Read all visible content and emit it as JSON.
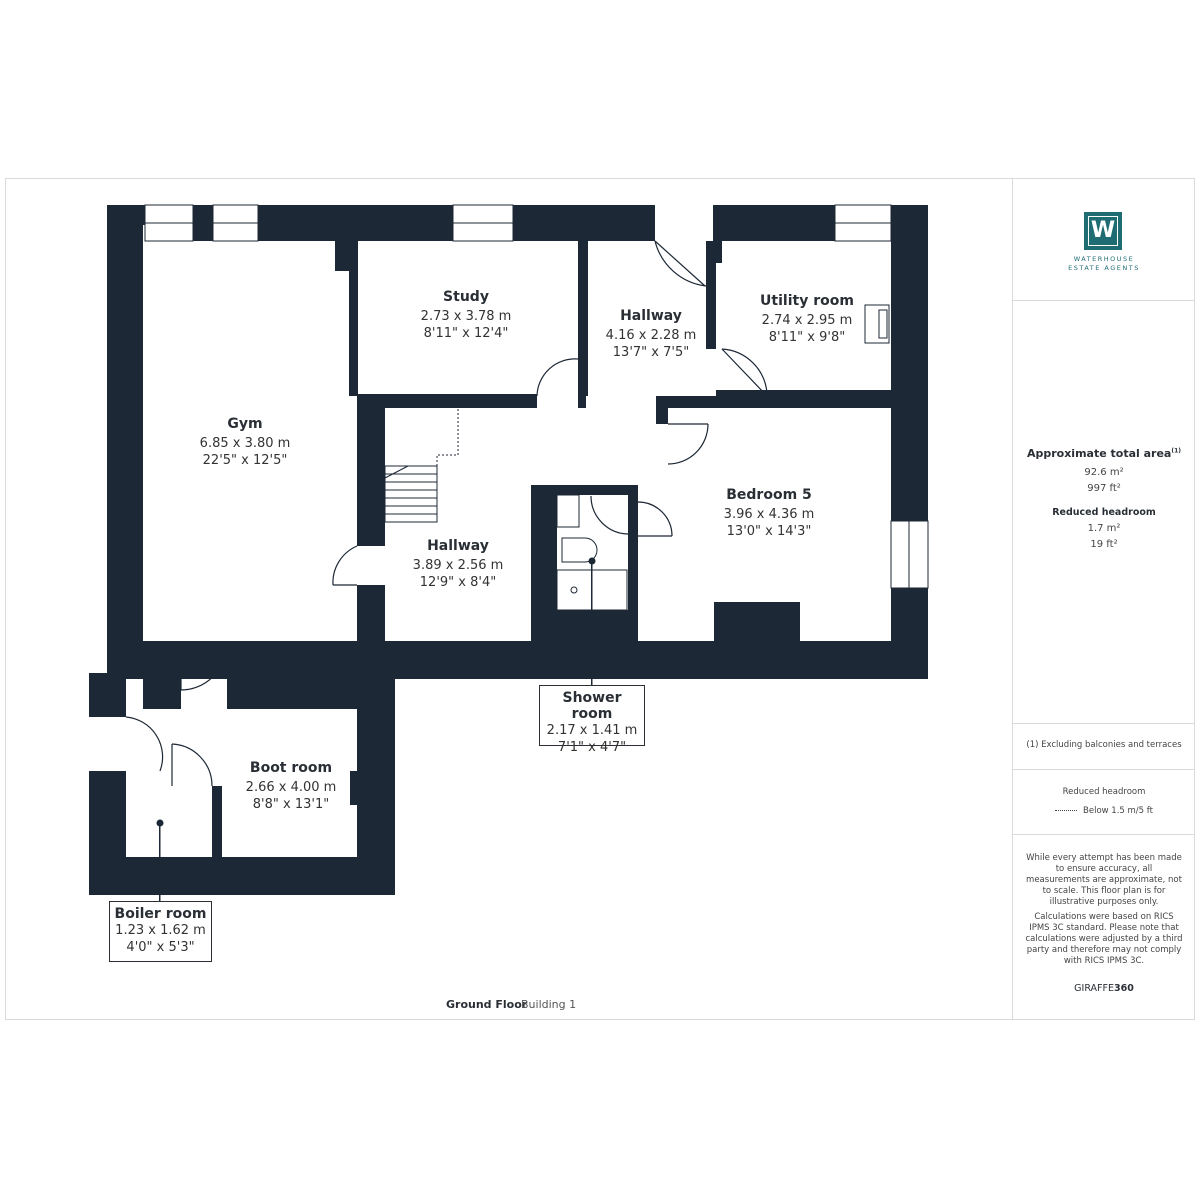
{
  "brand": {
    "logo_letter": "W",
    "line1": "WATERHOUSE",
    "line2": "ESTATE AGENTS",
    "color": "#1f6d72"
  },
  "wall_color": "#1c2835",
  "rooms": {
    "gym": {
      "name": "Gym",
      "metric": "6.85 x 3.80 m",
      "imperial": "22'5\" x 12'5\""
    },
    "study": {
      "name": "Study",
      "metric": "2.73 x 3.78 m",
      "imperial": "8'11\" x 12'4\""
    },
    "hallway_top": {
      "name": "Hallway",
      "metric": "4.16 x 2.28 m",
      "imperial": "13'7\" x 7'5\""
    },
    "utility": {
      "name": "Utility room",
      "metric": "2.74 x 2.95 m",
      "imperial": "8'11\" x 9'8\""
    },
    "bedroom5": {
      "name": "Bedroom 5",
      "metric": "3.96 x 4.36 m",
      "imperial": "13'0\" x 14'3\""
    },
    "hallway_mid": {
      "name": "Hallway",
      "metric": "3.89 x 2.56 m",
      "imperial": "12'9\" x 8'4\""
    },
    "boot": {
      "name": "Boot room",
      "metric": "2.66 x 4.00 m",
      "imperial": "8'8\" x 13'1\""
    },
    "shower": {
      "name": "Shower room",
      "metric": "2.17 x 1.41 m",
      "imperial": "7'1\" x 4'7\""
    },
    "boiler": {
      "name": "Boiler room",
      "metric": "1.23 x 1.62 m",
      "imperial": "4'0\" x 5'3\""
    }
  },
  "area": {
    "title": "Approximate total area",
    "title_sup": "(1)",
    "sqm": "92.6 m²",
    "sqft": "997 ft²",
    "reduced_title": "Reduced headroom",
    "reduced_sqm": "1.7 m²",
    "reduced_sqft": "19 ft²"
  },
  "notes": {
    "excluding": "(1) Excluding balconies and terraces",
    "reduced_headroom_label": "Reduced headroom",
    "reduced_headroom_legend": "Below 1.5 m/5 ft",
    "disclaimer1": "While every attempt has been made to ensure accuracy, all measurements are approximate, not to scale. This floor plan is for illustrative purposes only.",
    "disclaimer2": "Calculations were based on RICS IPMS 3C standard. Please note that calculations were adjusted by a third party and therefore may not comply with RICS IPMS 3C.",
    "giraffe_a": "GIRAFFE",
    "giraffe_b": "360"
  },
  "footer": {
    "floor": "Ground Floor",
    "building": "Building 1"
  }
}
